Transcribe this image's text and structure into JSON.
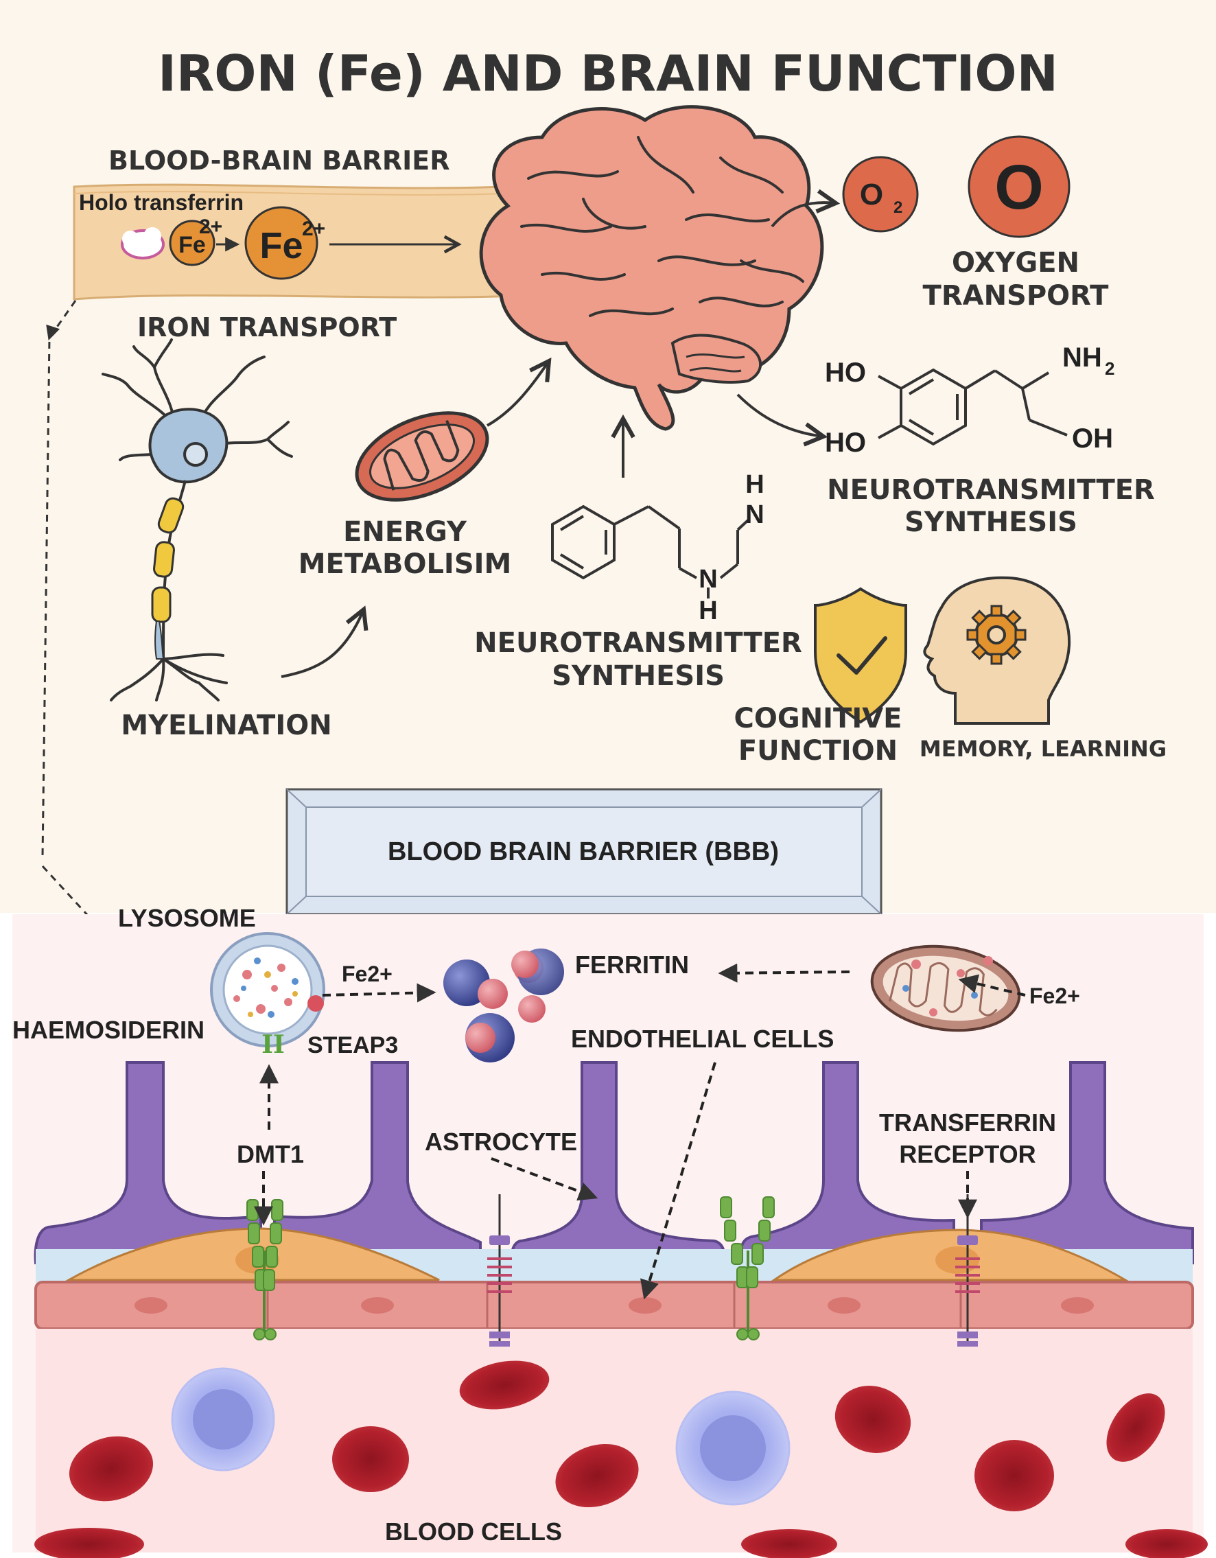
{
  "title": "IRON (Fe) AND BRAIN FUNCTION",
  "top": {
    "bbb_label": "BLOOD-BRAIN BARRIER",
    "holo_label": "Holo transferrin",
    "fe_small": "Fe",
    "fe_large": "Fe",
    "fe_charge": "2+",
    "iron_transport": "IRON TRANSPORT",
    "o2_symbol": "O",
    "o2_sub": "2",
    "o_symbol": "O",
    "oxygen_line1": "OXYGEN",
    "oxygen_line2": "TRANSPORT",
    "dopamine": {
      "ho_top": "HO",
      "ho_bottom": "HO",
      "nh": "NH",
      "nh_sub": "2",
      "oh": "OH"
    },
    "nt_right_line1": "NEUROTRANSMITTER",
    "nt_right_line2": "SYNTHESIS",
    "energy_line1": "ENERGY",
    "energy_line2": "METABOLISIM",
    "amine": {
      "h_top": "H",
      "n_top": "N",
      "n_mid": "N",
      "h_bottom": "H"
    },
    "nt_center_line1": "NEUROTRANSMITTER",
    "nt_center_line2": "SYNTHESIS",
    "myelination": "MYELINATION",
    "cognitive_line1": "COGNITIVE",
    "cognitive_line2": "FUNCTION",
    "memory": "MEMORY, LEARNING"
  },
  "bbb_box": "BLOOD BRAIN BARRIER (BBB)",
  "bottom": {
    "lysosome": "LYSOSOME",
    "fe2_left": "Fe2+",
    "ferritin": "FERRITIN",
    "fe2_right": "Fe2+",
    "haemosiderin": "HAEMOSIDERIN",
    "steap_symbol": "II",
    "steap3": "STEAP3",
    "endothelial": "ENDOTHELIAL CELLS",
    "dmt1": "DMT1",
    "astrocyte": "ASTROCYTE",
    "transferrin_line1": "TRANSFERRIN",
    "transferrin_line2": "RECEPTOR",
    "blood_cells": "BLOOD CELLS"
  },
  "colors": {
    "top_bg": "#fcf6ec",
    "brain": "#ef9d8b",
    "vessel": "#f4d3a6",
    "iron": "#e59237",
    "oxygen": "#de6a4c",
    "mito": "#d76a55",
    "astrocyte": "#8f6fbc",
    "endothelium": "#e79893",
    "pericyte": "#f1b370",
    "rbc": "#b5212d",
    "leukocyte": "#a6aef2",
    "receptor": "#74b14c",
    "bbb_box": "#dbe4f1"
  },
  "icons": [
    "brain-icon",
    "neuron-icon",
    "mitochondrion-icon",
    "shield-check-icon",
    "head-gear-icon",
    "lysosome-icon",
    "ferritin-icon",
    "red-blood-cell-icon"
  ]
}
